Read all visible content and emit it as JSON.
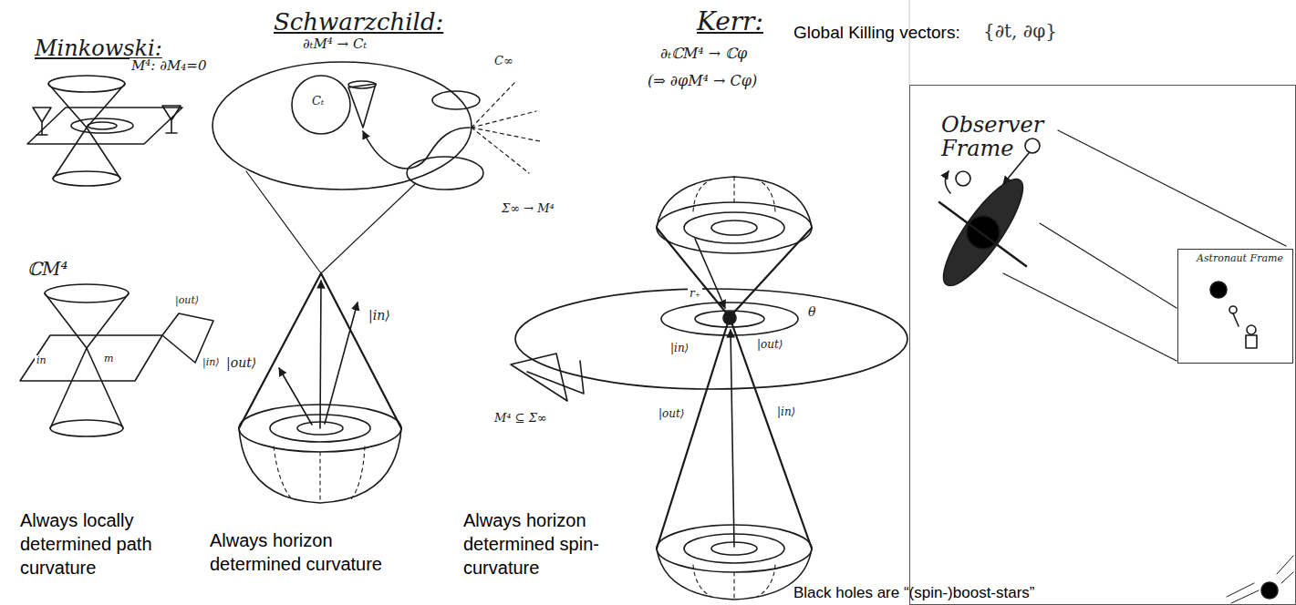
{
  "diagram": {
    "nodes": [
      {
        "text": [
          "Observer Frame"
        ]
      },
      {
        "text": [
          "Astronaut Frame"
        ],
        "in": 0
      }
    ],
    "labels": [
      "Minkowski:",
      "M⁴: ∂M₄=0",
      "ℂM⁴",
      "|out⟩",
      "|in⟩",
      "in",
      "m",
      "Schwarzchild:",
      "∂ₜM⁴ → Cₜ",
      "Cₜ",
      "C∞",
      "Σ∞ → M⁴",
      "|out⟩",
      "|in⟩",
      "Kerr:",
      "∂ₜℂM⁴ → ℂφ",
      "(⇒ ∂φM⁴ → Cφ)",
      "|in⟩",
      "|out⟩",
      "|out⟩",
      "|in⟩",
      "r₊",
      "θ",
      "M⁴ ⊆ Σ∞",
      "Global Killing vectors:",
      "{∂t, ∂φ}",
      "Always locally determined path curvature",
      "Always horizon determined curvature",
      "Always horizon determined spin-curvature",
      "Black holes are “(spin-)boost-stars”"
    ]
  }
}
